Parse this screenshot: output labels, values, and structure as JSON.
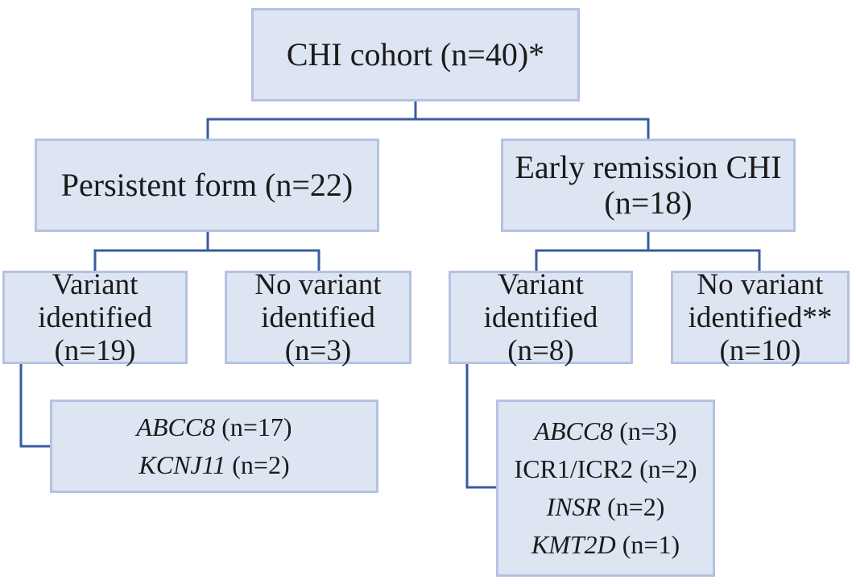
{
  "root": {
    "label": "CHI cohort (n=40)*"
  },
  "persistent": {
    "label": "Persistent form (n=22)"
  },
  "early": {
    "line1": "Early remission CHI",
    "line2": "(n=18)"
  },
  "persistent_variant": {
    "line1": "Variant",
    "line2": "identified",
    "line3": "(n=19)"
  },
  "persistent_no_variant": {
    "line1": "No variant",
    "line2": "identified",
    "line3": "(n=3)"
  },
  "early_variant": {
    "line1": "Variant",
    "line2": "identified",
    "line3": "(n=8)"
  },
  "early_no_variant": {
    "line1": "No variant",
    "line2": "identified**",
    "line3": "(n=10)"
  },
  "persistent_genes": [
    {
      "gene": "ABCC8",
      "count": " (n=17)"
    },
    {
      "gene": "KCNJ11",
      "count": " (n=2)"
    }
  ],
  "early_genes": [
    {
      "gene": "ABCC8",
      "count": " (n=3)"
    },
    {
      "text": "ICR1/ICR2 (n=2)"
    },
    {
      "gene": "INSR",
      "count": " (n=2)"
    },
    {
      "gene": "KMT2D",
      "count": " (n=1)"
    }
  ],
  "colors": {
    "box_fill": "#dde4f2",
    "box_border": "#b4c2e2",
    "connector": "#3a5ba0",
    "text": "#1a1a1a"
  }
}
